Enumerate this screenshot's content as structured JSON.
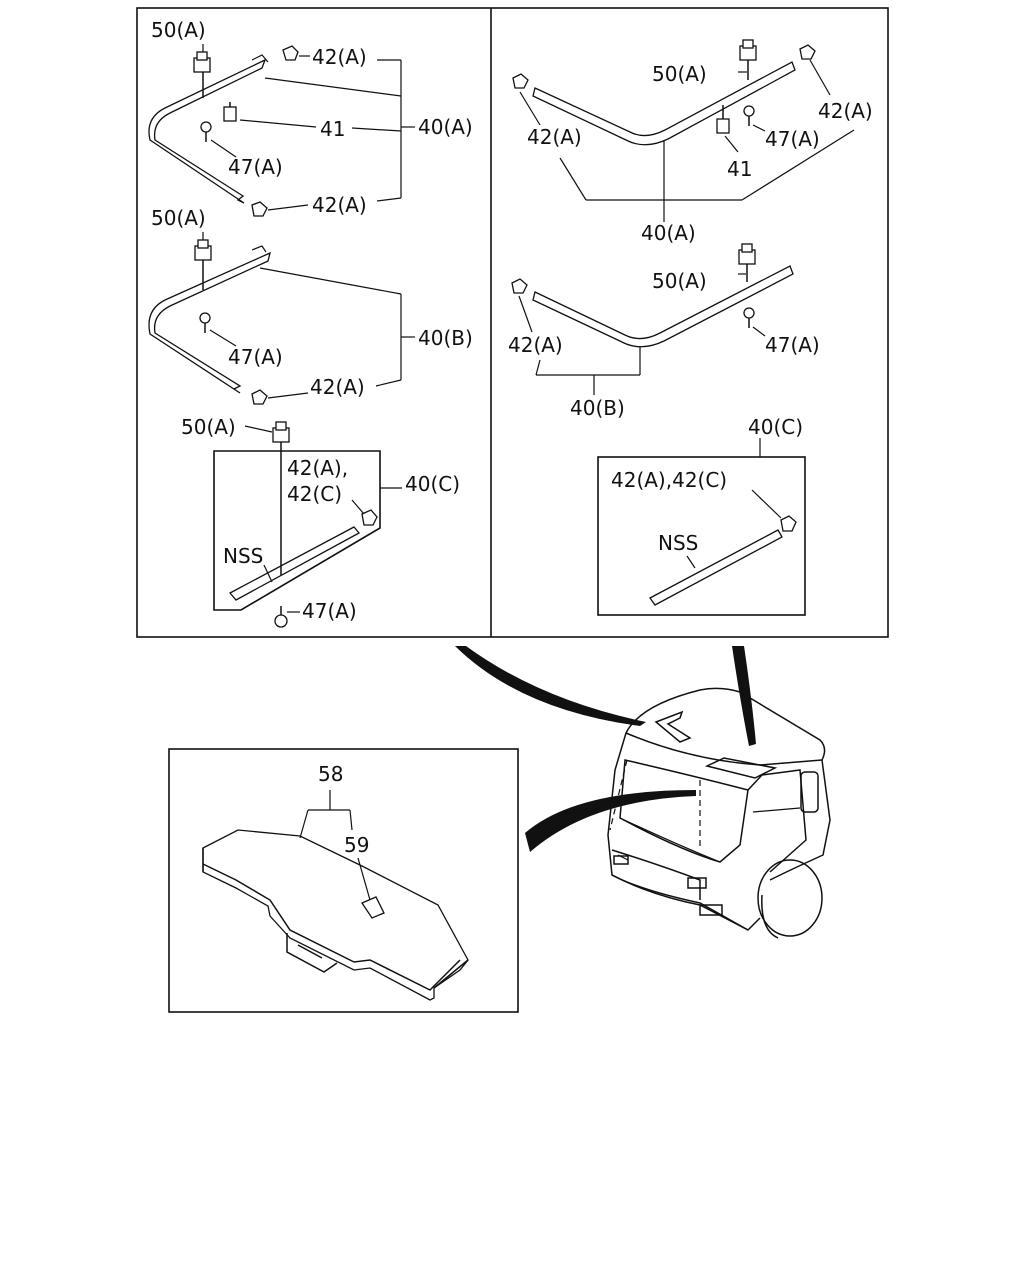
{
  "labels": {
    "tl_50a": "50(A)",
    "tl_42a_top": "42(A)",
    "tl_40a": "40(A)",
    "tl_41": "41",
    "tl_47a": "47(A)",
    "tl_42a_bot": "42(A)",
    "ml_50a": "50(A)",
    "ml_40b": "40(B)",
    "ml_47a": "47(A)",
    "ml_42a": "42(A)",
    "bl_50a": "50(A)",
    "bl_42a": "42(A),",
    "bl_42c": "42(C)",
    "bl_40c": "40(C)",
    "bl_nss": "NSS",
    "bl_47a": "47(A)",
    "tr_50a": "50(A)",
    "tr_42a_left": "42(A)",
    "tr_42a_right": "42(A)",
    "tr_47a": "47(A)",
    "tr_41": "41",
    "tr_40a": "40(A)",
    "mr_50a": "50(A)",
    "mr_42a": "42(A)",
    "mr_47a": "47(A)",
    "mr_40b": "40(B)",
    "br_40c": "40(C)",
    "br_42ac": "42(A),42(C)",
    "br_nss": "NSS",
    "cb_58": "58",
    "cb_59": "59"
  }
}
